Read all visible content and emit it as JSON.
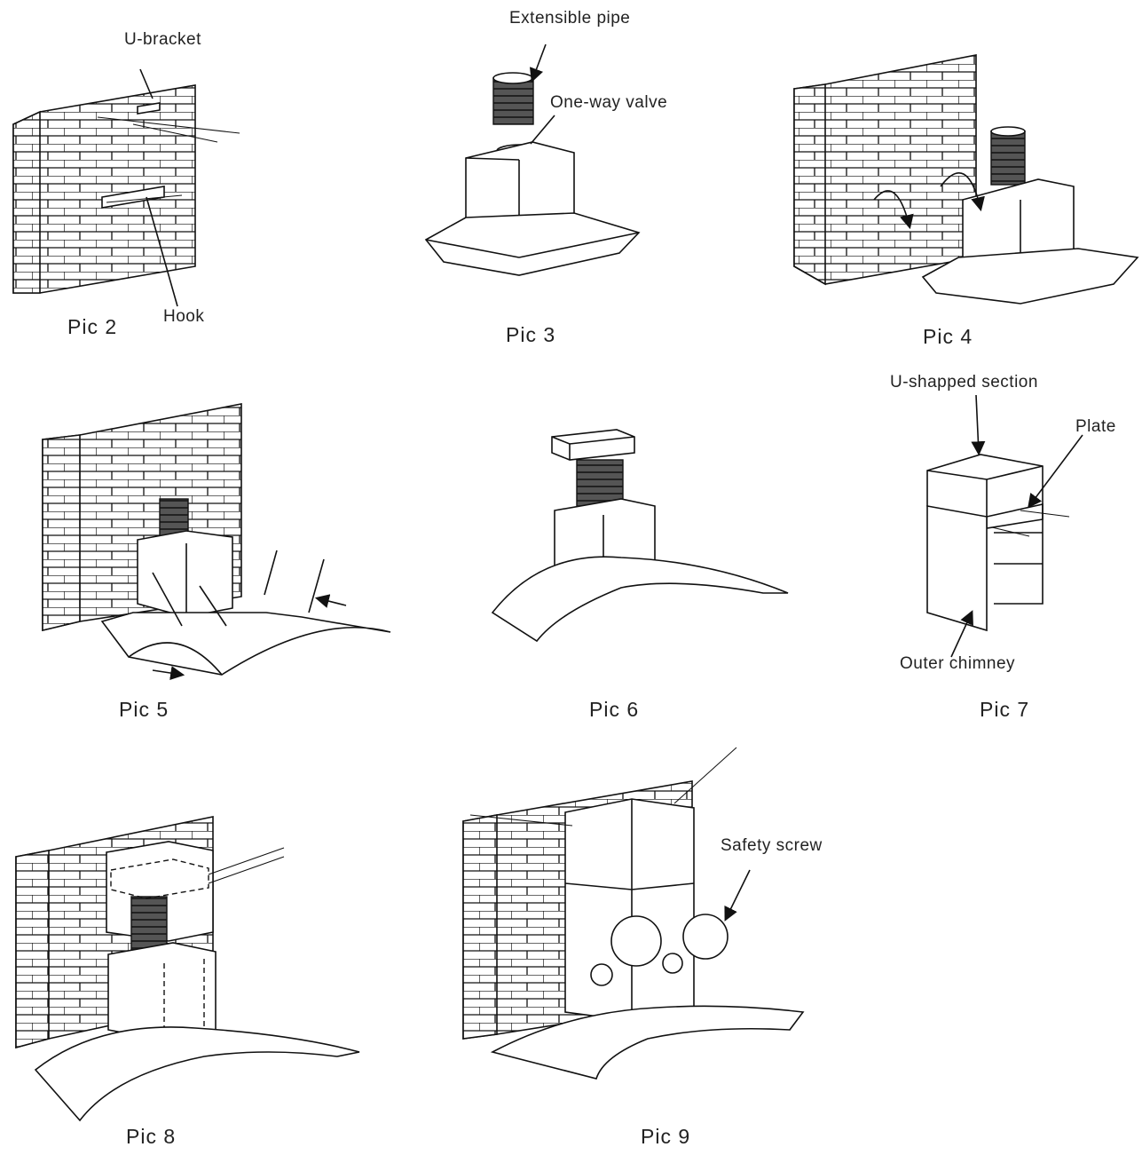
{
  "labels": {
    "u_bracket": "U-bracket",
    "hook": "Hook",
    "extensible_pipe": "Extensible pipe",
    "one_way_valve": "One-way valve",
    "u_shapped_section": "U-shapped section",
    "plate": "Plate",
    "outer_chimney": "Outer chimney",
    "safety_screw": "Safety screw"
  },
  "captions": {
    "pic2": "Pic  2",
    "pic3": "Pic  3",
    "pic4": "Pic  4",
    "pic5": "Pic  5",
    "pic6": "Pic  6",
    "pic7": "Pic  7",
    "pic8": "Pic 8",
    "pic9": "Pic  9"
  },
  "colors": {
    "line": "#111111",
    "background": "#ffffff"
  }
}
